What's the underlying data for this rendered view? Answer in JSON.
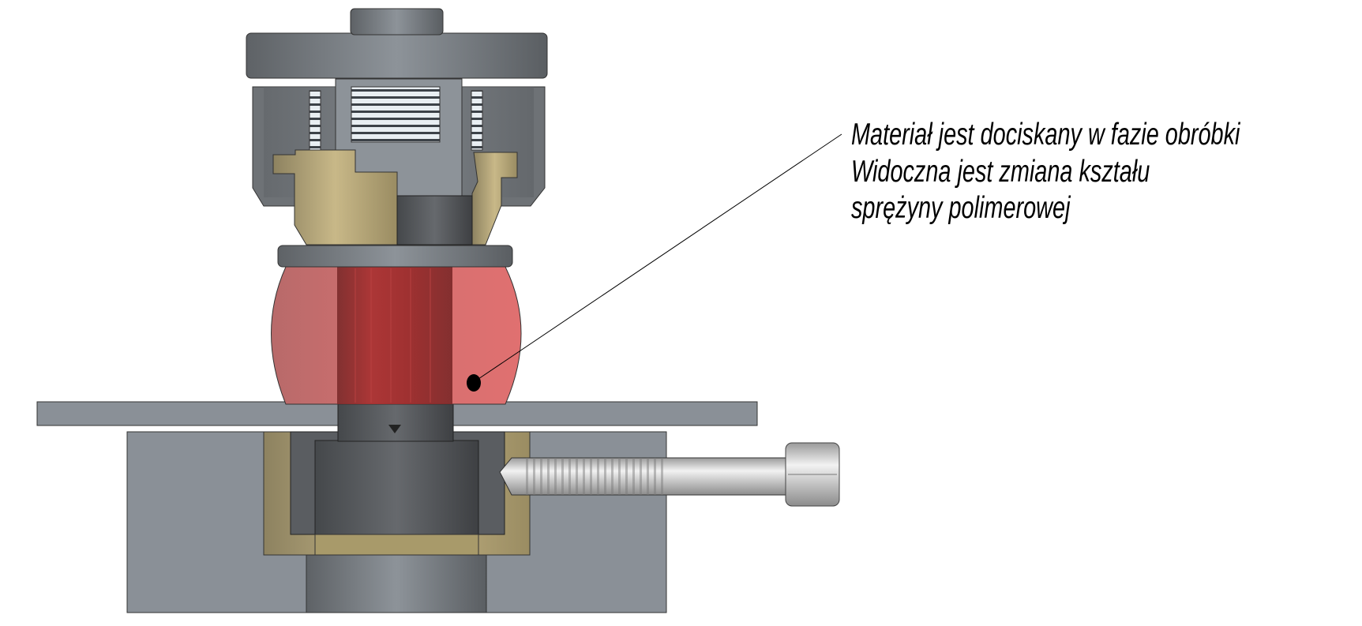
{
  "annotation": {
    "lines": [
      "Materiał jest dociskany w fazie obróbki",
      "Widoczna jest zmiana kształu",
      "sprężyny polimerowej"
    ]
  },
  "colors": {
    "steel": "#8a9097",
    "dark_steel": "#55585c",
    "brass": "#b8a878",
    "polymer_spring": "#d87070",
    "polymer_core": "#8a2a2a"
  }
}
